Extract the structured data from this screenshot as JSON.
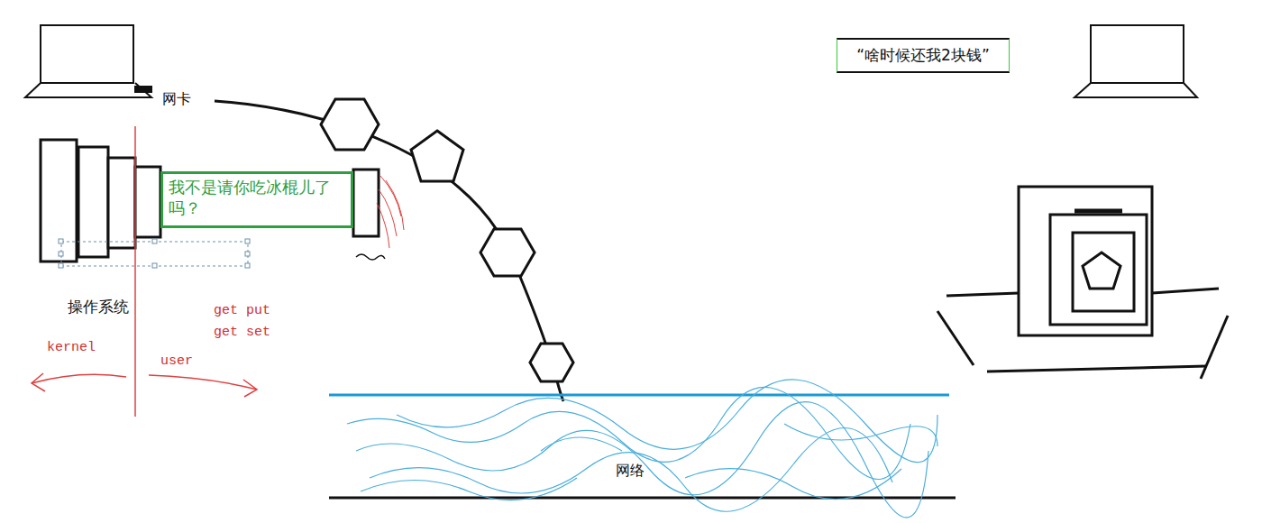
{
  "diagram": {
    "nodes": [
      {
        "text": [
          "“啥时候还我2块钱”"
        ]
      },
      {
        "text": [
          "我不是请你吃冰棍儿了吗？"
        ]
      }
    ],
    "labels": [
      "网卡",
      "操作系统",
      "get put",
      "get set",
      "kernel",
      "user",
      "网络"
    ]
  }
}
